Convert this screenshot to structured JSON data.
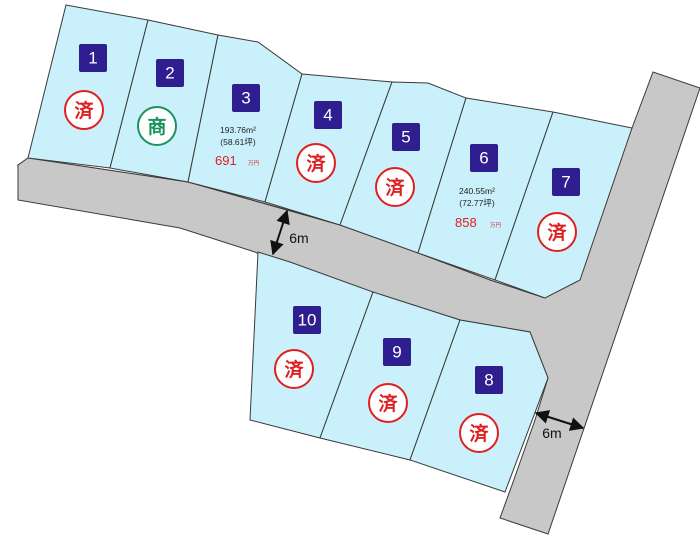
{
  "colors": {
    "lot_fill": "#c9f0fb",
    "road_fill": "#c8c8c8",
    "number_box": "#2f1e8f",
    "sold_seal": "#e02020",
    "negotiation_seal": "#1e9160",
    "price": "#e02020"
  },
  "lots": [
    {
      "number": "1",
      "status": "済"
    },
    {
      "number": "2",
      "status": "商"
    },
    {
      "number": "3",
      "area_m2": "193.76m²",
      "area_tsubo": "(58.61坪)",
      "price": "691",
      "price_unit": "万円"
    },
    {
      "number": "4",
      "status": "済"
    },
    {
      "number": "5",
      "status": "済"
    },
    {
      "number": "6",
      "area_m2": "240.55m²",
      "area_tsubo": "(72.77坪)",
      "price": "858",
      "price_unit": "万円"
    },
    {
      "number": "7",
      "status": "済"
    },
    {
      "number": "8",
      "status": "済"
    },
    {
      "number": "9",
      "status": "済"
    },
    {
      "number": "10",
      "status": "済"
    }
  ],
  "roads": [
    {
      "width_label": "6m"
    },
    {
      "width_label": "6m"
    }
  ]
}
